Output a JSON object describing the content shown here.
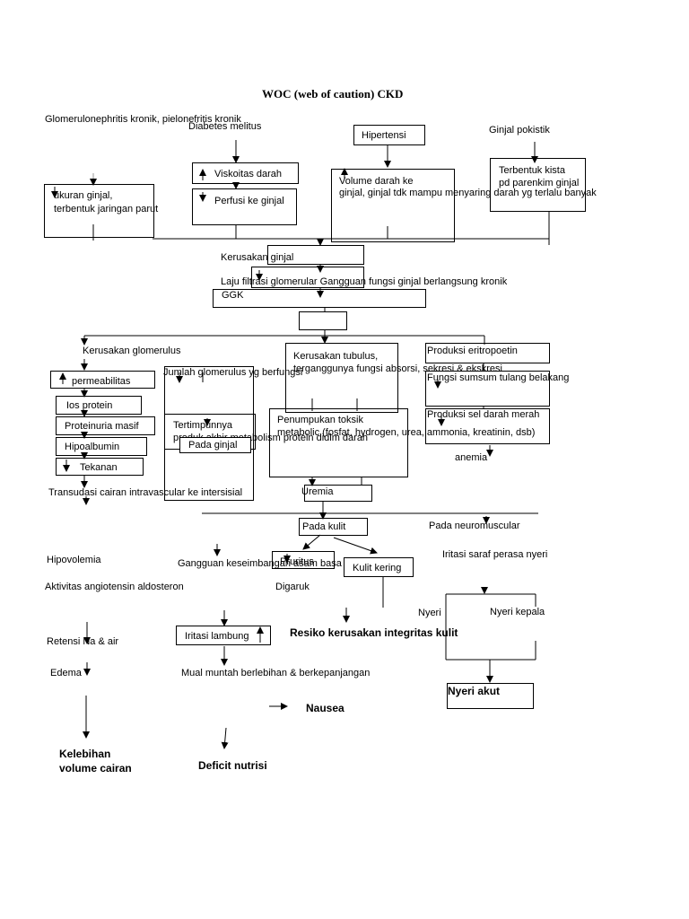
{
  "title": "WOC (web of caution) CKD",
  "causes": {
    "glomerulo": "Glomerulonephritis kronik, pielonefritis kronik",
    "diabetes": "Diabetes melitus",
    "hipertensi": "Hipertensi",
    "ginjal_pokistik": "Ginjal pokistik"
  },
  "nodes": {
    "ukuran_ginjal_1": "ukuran ginjal,",
    "ukuran_ginjal_2": "terbentuk jaringan parut",
    "viskositas": "Viskoitas darah",
    "perfusi": "Perfusi ke ginjal",
    "volume_1": "Volume darah ke",
    "volume_2": "ginjal, ginjal tdk mampu menyaring darah yg terlalu banyak",
    "kista_1": "Terbentuk kista",
    "kista_2": "pd parenkim ginjal",
    "kerusakan_ginjal": "Kerusakan ginjal",
    "laju_filtrasi": "Laju filtrasi glomerular Gangguan fungsi ginjal berlangsung kronik",
    "ggk": "GGK",
    "kerusakan_glomerulus": "Kerusakan glomerulus",
    "permeabilitas": "permeabilitas",
    "ios_protein": "Ios protein",
    "proteinuria": "Proteinuria masif",
    "hipoalbumin": "Hipoalbumin",
    "tekanan": "Tekanan",
    "transudasi": "Transudasi cairan intravascular ke intersisial",
    "jumlah_glomerulus": "Jumlah glomerulus yg berfungsi",
    "tertimpunnya_1": "Tertimpunnya",
    "tertimpunnya_2": "produk akhir metabolism protein didlm darah",
    "pada_ginjal": "Pada ginjal",
    "kerusakan_tubulus_1": "Kerusakan tubulus,",
    "kerusakan_tubulus_2": "terganggunya fungsi absorsi, sekresi & ekskresi",
    "penumpukan_1": "Penumpukan toksik",
    "penumpukan_2": "metabolic (fosfat, hydrogen, urea, ammonia, kreatinin, dsb)",
    "produksi_eritropoetin": "Produksi eritropoetin",
    "fungsi_sumsum": "Fungsi sumsum tulang belakang",
    "produksi_sel": "Produksi sel darah merah",
    "anemia": "anemia",
    "uremia": "Uremia",
    "pada_kulit": "Pada kulit",
    "pada_neuromuscular": "Pada neuromuscular",
    "hipovolemia": "Hipovolemia",
    "gangguan_asam_basa": "Gangguan keseimbangan asam basa",
    "pruritus": "Pruritus",
    "kulit_kering": "Kulit kering",
    "iritasi_saraf": "Iritasi saraf perasa nyeri",
    "aktivitas_angiotensin": "Aktivitas angiotensin aldosteron",
    "digaruk": "Digaruk",
    "nyeri": "Nyeri",
    "nyeri_kepala": "Nyeri kepala",
    "retensi": "Retensi Na & air",
    "iritasi_lambung": "Iritasi lambung",
    "edema": "Edema",
    "mual": "Mual muntah berlebihan & berkepanjangan",
    "nausea": "Nausea"
  },
  "outcomes": {
    "resiko_kulit": "Resiko kerusakan integritas kulit",
    "nyeri_akut": "Nyeri akut",
    "kelebihan_1": "Kelebihan",
    "kelebihan_2": "volume cairan",
    "deficit_nutrisi": "Deficit nutrisi"
  }
}
